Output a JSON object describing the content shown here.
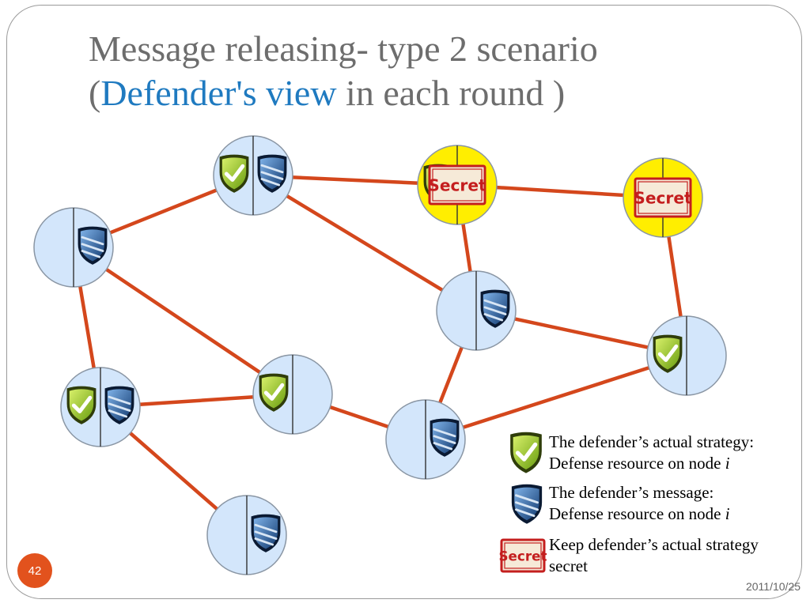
{
  "slide": {
    "title_line1": "Message releasing- type 2 scenario",
    "title_line2_open": "(",
    "title_line2_highlight": "Defender's view",
    "title_line2_rest": " in each round )",
    "page_number": "42",
    "date": "2011/10/25"
  },
  "legend": {
    "actual_strategy_line1": "The defender’s actual strategy:",
    "actual_strategy_line2": "Defense resource on node ",
    "actual_strategy_var": "i",
    "message_line1": "The defender’s message:",
    "message_line2": "Defense resource on node ",
    "message_var": "i",
    "secret_line1": "Keep defender’s actual strategy",
    "secret_line2": "secret",
    "secret_stamp": "Secret"
  },
  "diagram": {
    "colors": {
      "node_fill": "#d3e6fb",
      "secret_fill": "#ffee00",
      "edge": "#d4471c",
      "actual_shield": "#8cbf1a",
      "message_shield": "#1c4f8f",
      "stamp": "#c41e1e"
    },
    "nodes": [
      {
        "id": "top-center",
        "left": "actual",
        "right": "message",
        "secret": false
      },
      {
        "id": "top-right-secret",
        "left": "actual",
        "right": "",
        "secret": true,
        "stamp_label": "Secret"
      },
      {
        "id": "far-right-secret",
        "left": "",
        "right": "",
        "secret": true,
        "stamp_label": "Secret"
      },
      {
        "id": "left",
        "left": "",
        "right": "message",
        "secret": false
      },
      {
        "id": "center-right",
        "left": "",
        "right": "message",
        "secret": false
      },
      {
        "id": "right",
        "left": "actual",
        "right": "",
        "secret": false
      },
      {
        "id": "lower-left",
        "left": "actual",
        "right": "message",
        "secret": false
      },
      {
        "id": "lower-center",
        "left": "actual",
        "right": "",
        "secret": false
      },
      {
        "id": "bottom-center",
        "left": "",
        "right": "message",
        "secret": false
      },
      {
        "id": "bottom-left",
        "left": "",
        "right": "message",
        "secret": false
      }
    ],
    "edges": [
      [
        "top-center",
        "top-right-secret"
      ],
      [
        "top-right-secret",
        "far-right-secret"
      ],
      [
        "top-center",
        "left"
      ],
      [
        "top-center",
        "center-right"
      ],
      [
        "top-right-secret",
        "center-right"
      ],
      [
        "far-right-secret",
        "right"
      ],
      [
        "left",
        "lower-left"
      ],
      [
        "left",
        "lower-center"
      ],
      [
        "center-right",
        "right"
      ],
      [
        "center-right",
        "bottom-center"
      ],
      [
        "right",
        "bottom-center"
      ],
      [
        "lower-left",
        "lower-center"
      ],
      [
        "lower-center",
        "bottom-center"
      ],
      [
        "lower-left",
        "bottom-left"
      ]
    ]
  }
}
